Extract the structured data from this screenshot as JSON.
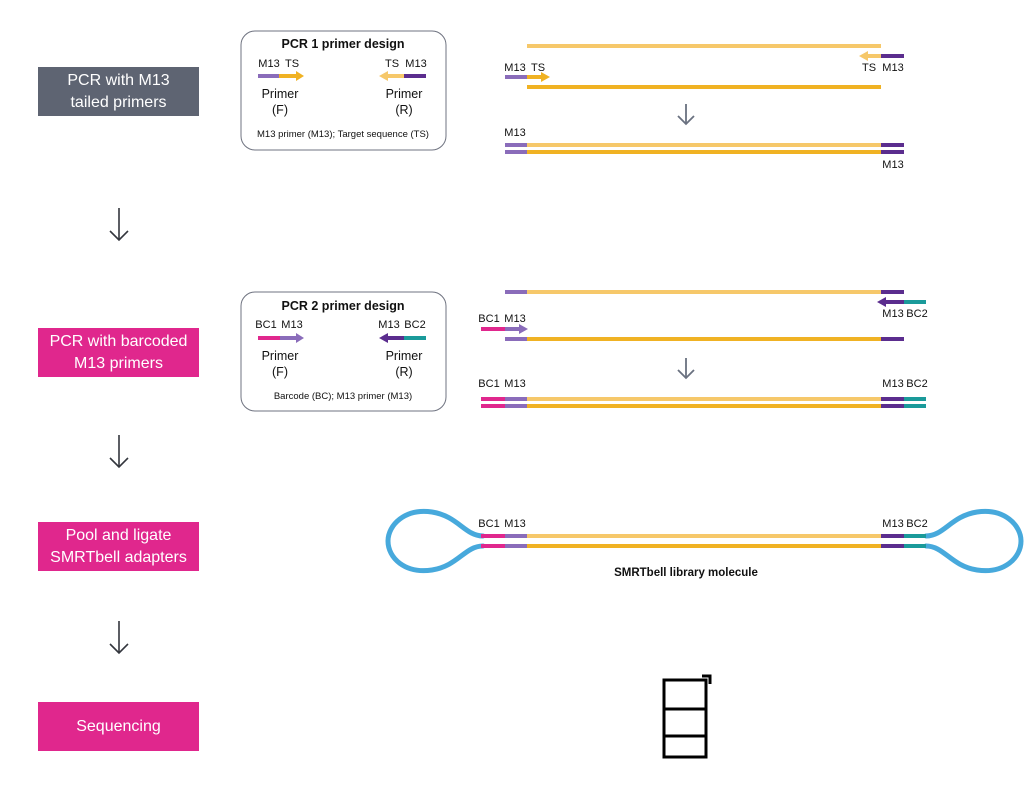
{
  "steps": [
    {
      "label": "PCR with M13\ntailed primers",
      "color": "#5e6472"
    },
    {
      "label": "PCR with barcoded\nM13 primers",
      "color": "#e0278d"
    },
    {
      "label": "Pool and ligate\nSMRTbell adapters",
      "color": "#e0278d"
    },
    {
      "label": "Sequencing",
      "color": "#e0278d"
    }
  ],
  "pcr1": {
    "title": "PCR 1 primer design",
    "fwd_seg1": "M13",
    "fwd_seg2": "TS",
    "rev_seg1": "TS",
    "rev_seg2": "M13",
    "fwd_label1": "Primer",
    "fwd_label2": "(F)",
    "rev_label1": "Primer",
    "rev_label2": "(R)",
    "legend": "M13 primer (M13); Target sequence (TS)"
  },
  "pcr2": {
    "title": "PCR 2 primer design",
    "fwd_seg1": "BC1",
    "fwd_seg2": "M13",
    "rev_seg1": "M13",
    "rev_seg2": "BC2",
    "fwd_label1": "Primer",
    "fwd_label2": "(F)",
    "rev_label1": "Primer",
    "rev_label2": "(R)",
    "legend": "Barcode (BC); M13 primer (M13)"
  },
  "labels": {
    "m13": "M13",
    "ts": "TS",
    "bc1": "BC1",
    "bc2": "BC2",
    "smrtbell": "SMRTbell library molecule"
  },
  "colors": {
    "target_light": "#f6c86a",
    "target_dark": "#f0b223",
    "m13_light": "#8a6cba",
    "m13_dark": "#5b2d8e",
    "barcode1": "#e0278d",
    "barcode2": "#1a9a9a",
    "adapter": "#47a9dc",
    "arrow_gray": "#6a7180",
    "step_gray": "#5e6472",
    "step_pink": "#e0278d"
  },
  "icons": {
    "process_arrow": "down-arrow-icon",
    "flow_arrow": "down-arrow-icon",
    "sequencer": "sequencer-icon"
  }
}
